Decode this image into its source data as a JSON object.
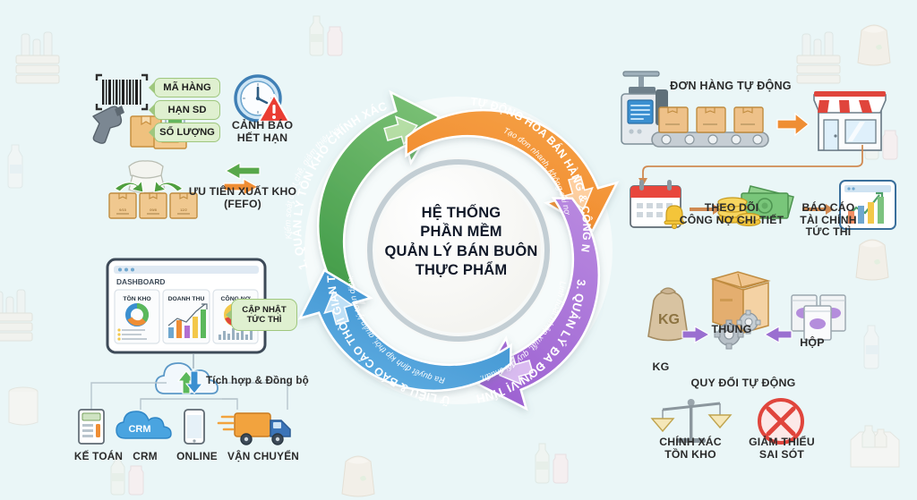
{
  "meta": {
    "title": "HỆ THỐNG PHẦN MỀM QUẢN LÝ BÁN BUÔN THỰC PHẨM",
    "background_color": "#eaf6f7"
  },
  "center": {
    "text": "HỆ THỐNG\nPHẦN MỀM\nQUẢN LÝ BÁN BUÔN\nTHỰC PHẨM"
  },
  "cycle": {
    "steps": [
      {
        "id": "step-1",
        "number": "1.",
        "title": "1. QUẢN LÝ TỒN KHO CHÍNH XÁC",
        "subtitle": "Kiểm soát chặt chẽ, giảm thiệt hại.",
        "color": "#4CA44C",
        "color_light": "#7dc57d",
        "position": "top-left",
        "arrow_direction": "right"
      },
      {
        "id": "step-2",
        "number": "2.",
        "title": "2. TỰ ĐỘNG HÓA BÁN HÀNG & CÔNG NỢ",
        "subtitle": "Tạo đơn nhanh, không sai nợ",
        "color": "#F08226",
        "color_light": "#f6a45c",
        "position": "top-right",
        "arrow_direction": "down"
      },
      {
        "id": "step-3",
        "number": "3.",
        "title": "3. QUẢN LÝ ĐA ĐƠN VỊ TÍNH",
        "subtitle": "Linh hoạt nhập xuất, quy đổi chuẩn.",
        "color": "#9B59D0",
        "color_light": "#b887e0",
        "position": "bottom-right",
        "arrow_direction": "left"
      },
      {
        "id": "step-4",
        "number": "4.",
        "title": "4. DỮ LIỆU & BÁO CÁO THỜI GIAN THỰC",
        "subtitle": "Ra quyết định kịp thời, quản lý toàn diện.",
        "color": "#2E86C8",
        "color_light": "#5fb0e5",
        "position": "bottom-left",
        "arrow_direction": "up"
      }
    ]
  },
  "quadrant_top_left": {
    "pills": [
      {
        "label": "MÃ HÀNG"
      },
      {
        "label": "HẠN SD"
      },
      {
        "label": "SỐ LƯỢNG"
      }
    ],
    "clock_caption": "CẢNH BÁO\nHẾT HẠN",
    "fefo_caption": "ƯU TIÊN XUẤT KHO\n(FEFO)",
    "box_date_labels": [
      "9/15",
      "09/8",
      "12/2"
    ]
  },
  "quadrant_top_right": {
    "conveyor_caption": "ĐƠN HÀNG TỰ ĐỘNG",
    "debt_caption": "THEO DÕI\nCÔNG NỢ CHI TIẾT",
    "report_caption": "BÁO CÁO\nTÀI CHÍNH\nTỨC THÌ"
  },
  "quadrant_bottom_right": {
    "unit_box_caption": "THÙNG",
    "unit_bag_caption": "KG",
    "unit_bag_text": "KG",
    "unit_pack_caption": "HỘP",
    "conversion_caption": "QUY ĐỔI TỰ ĐỘNG",
    "scale_caption": "CHÍNH XÁC\nTỒN KHO",
    "error_caption": "GIẢM THIỂU\nSAI SÓT"
  },
  "quadrant_bottom_left": {
    "dashboard_title": "DASHBOARD",
    "cards": [
      {
        "label": "TỒN KHO",
        "chart": "donut"
      },
      {
        "label": "DOANH THU",
        "chart": "bar"
      },
      {
        "label": "CÔNG NỢ",
        "chart": "donut"
      }
    ],
    "callout": "CẬP NHẬT\nTỨC THÌ",
    "sync_caption": "Tích hợp & Đồng bộ",
    "channels": [
      {
        "label": "KẾ TOÁN",
        "icon": "calculator-icon"
      },
      {
        "label": "CRM",
        "icon": "crm-cloud-icon",
        "badge": "CRM"
      },
      {
        "label": "ONLINE",
        "icon": "smartphone-icon"
      },
      {
        "label": "VẬN CHUYỂN",
        "icon": "truck-icon"
      }
    ]
  }
}
